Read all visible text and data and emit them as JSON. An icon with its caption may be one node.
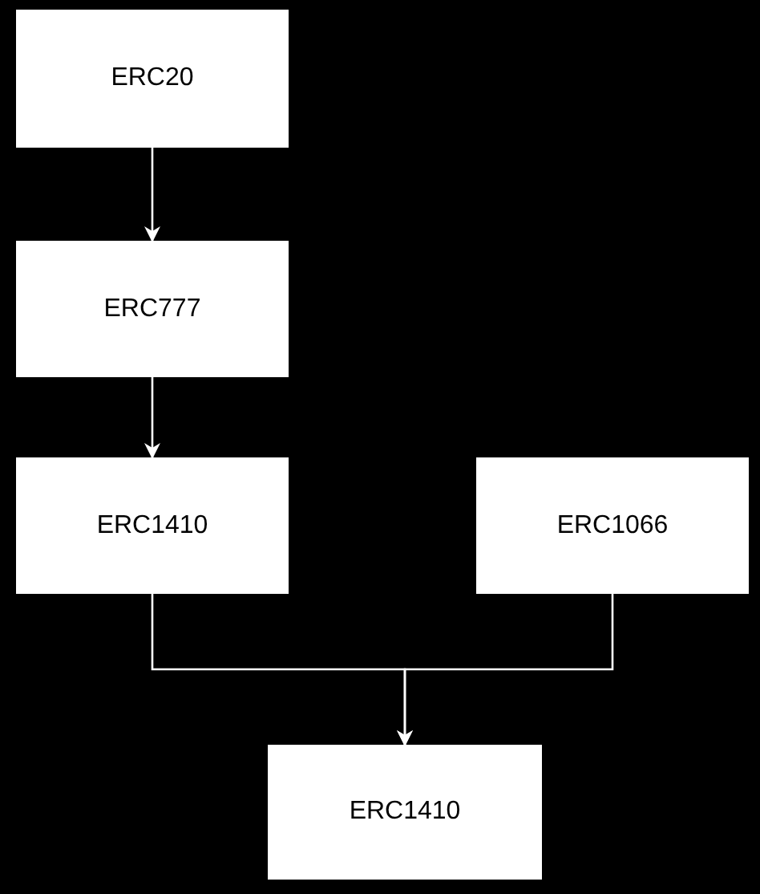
{
  "diagram": {
    "nodes": [
      {
        "text": [
          "ERC20"
        ]
      },
      {
        "text": [
          "ERC777"
        ]
      },
      {
        "text": [
          "ERC1410"
        ]
      },
      {
        "text": [
          "ERC1066"
        ]
      },
      {
        "text": [
          "ERC1410"
        ]
      }
    ],
    "edges": [
      {
        "from": 0,
        "to": 1,
        "arrow": "to"
      },
      {
        "from": 1,
        "to": 2,
        "arrow": "to"
      },
      {
        "from": 2,
        "to": 4,
        "arrow": "to"
      },
      {
        "from": 3,
        "to": 4,
        "arrow": "to"
      }
    ]
  }
}
